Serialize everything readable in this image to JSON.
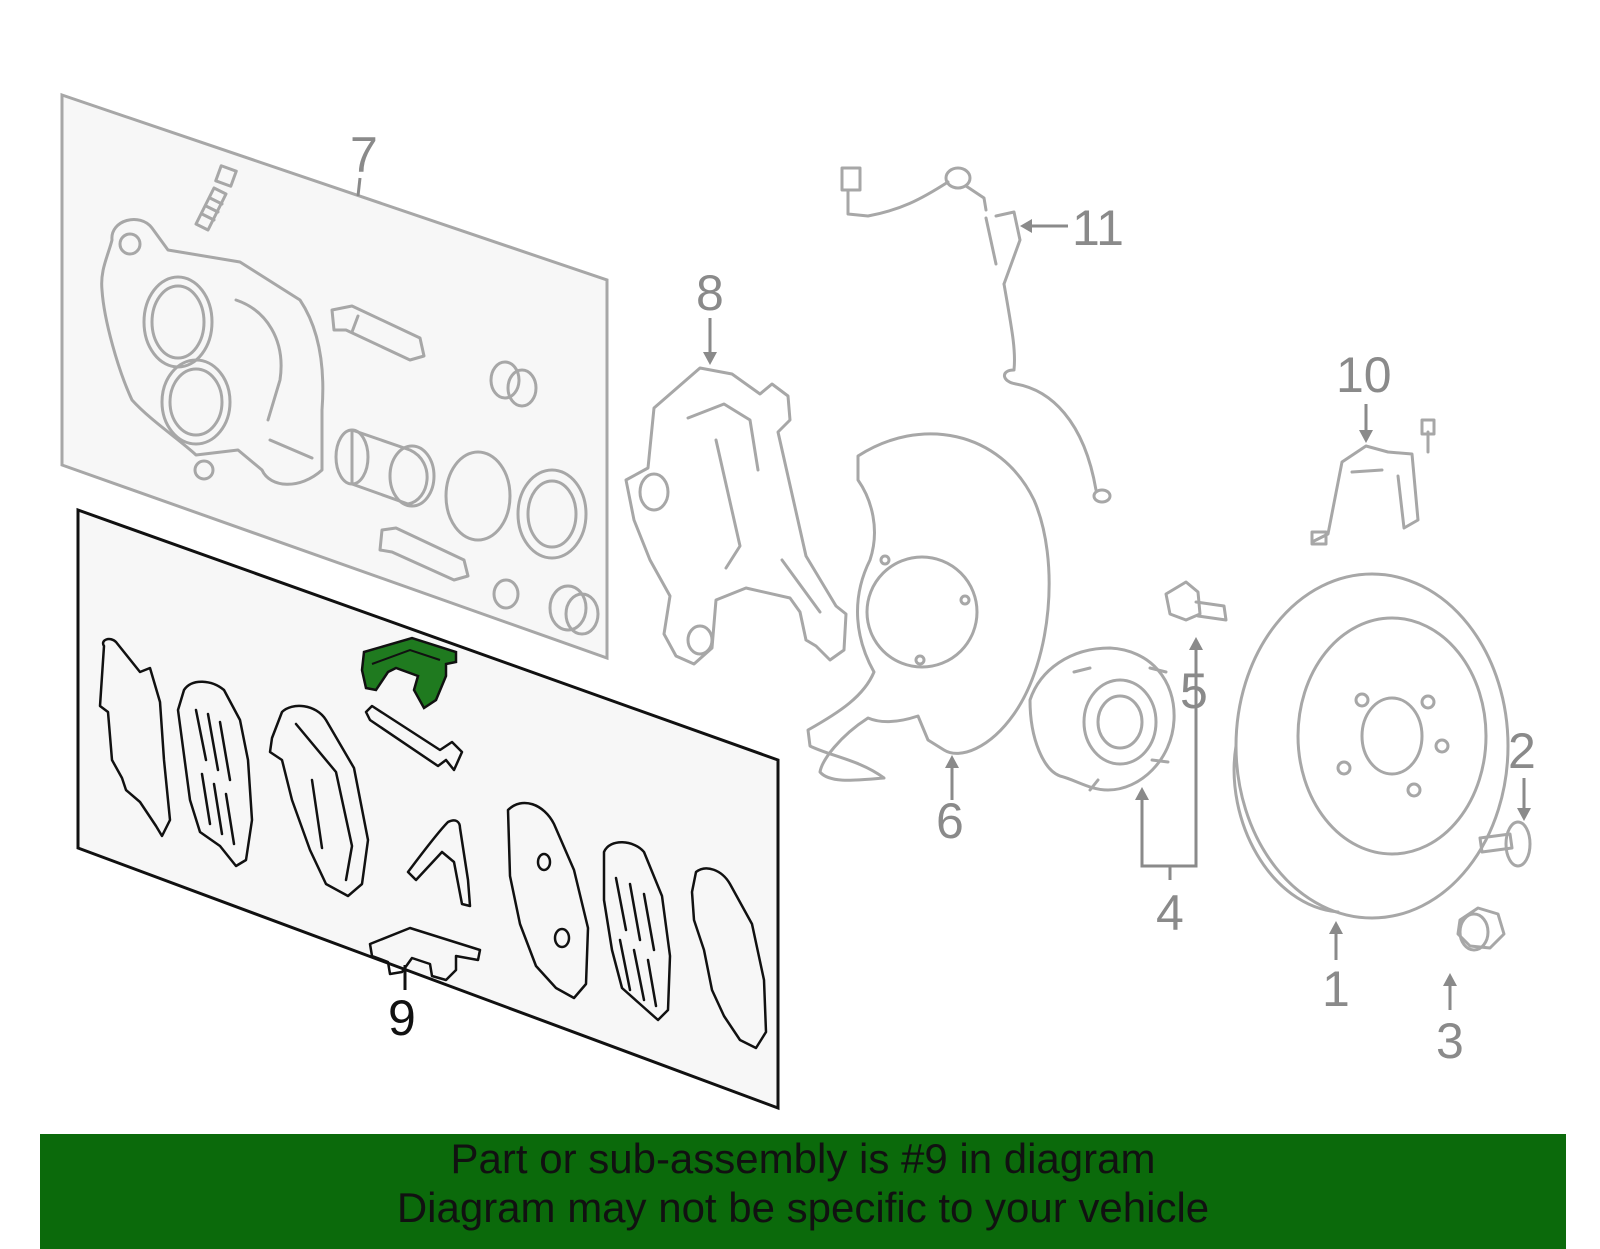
{
  "callouts": {
    "c1": "1",
    "c2": "2",
    "c3": "3",
    "c4": "4",
    "c5": "5",
    "c6": "6",
    "c7": "7",
    "c8": "8",
    "c9": "9",
    "c10": "10",
    "c11": "11"
  },
  "highlighted_part": "9",
  "colors": {
    "highlight": "#1f7a1f",
    "banner": "#0b6a0b",
    "line": "#a7a7a7",
    "active_line": "#111111"
  },
  "banner": {
    "line1": "Part or sub-assembly is #9 in diagram",
    "line2": "Diagram may not be specific to your vehicle"
  }
}
